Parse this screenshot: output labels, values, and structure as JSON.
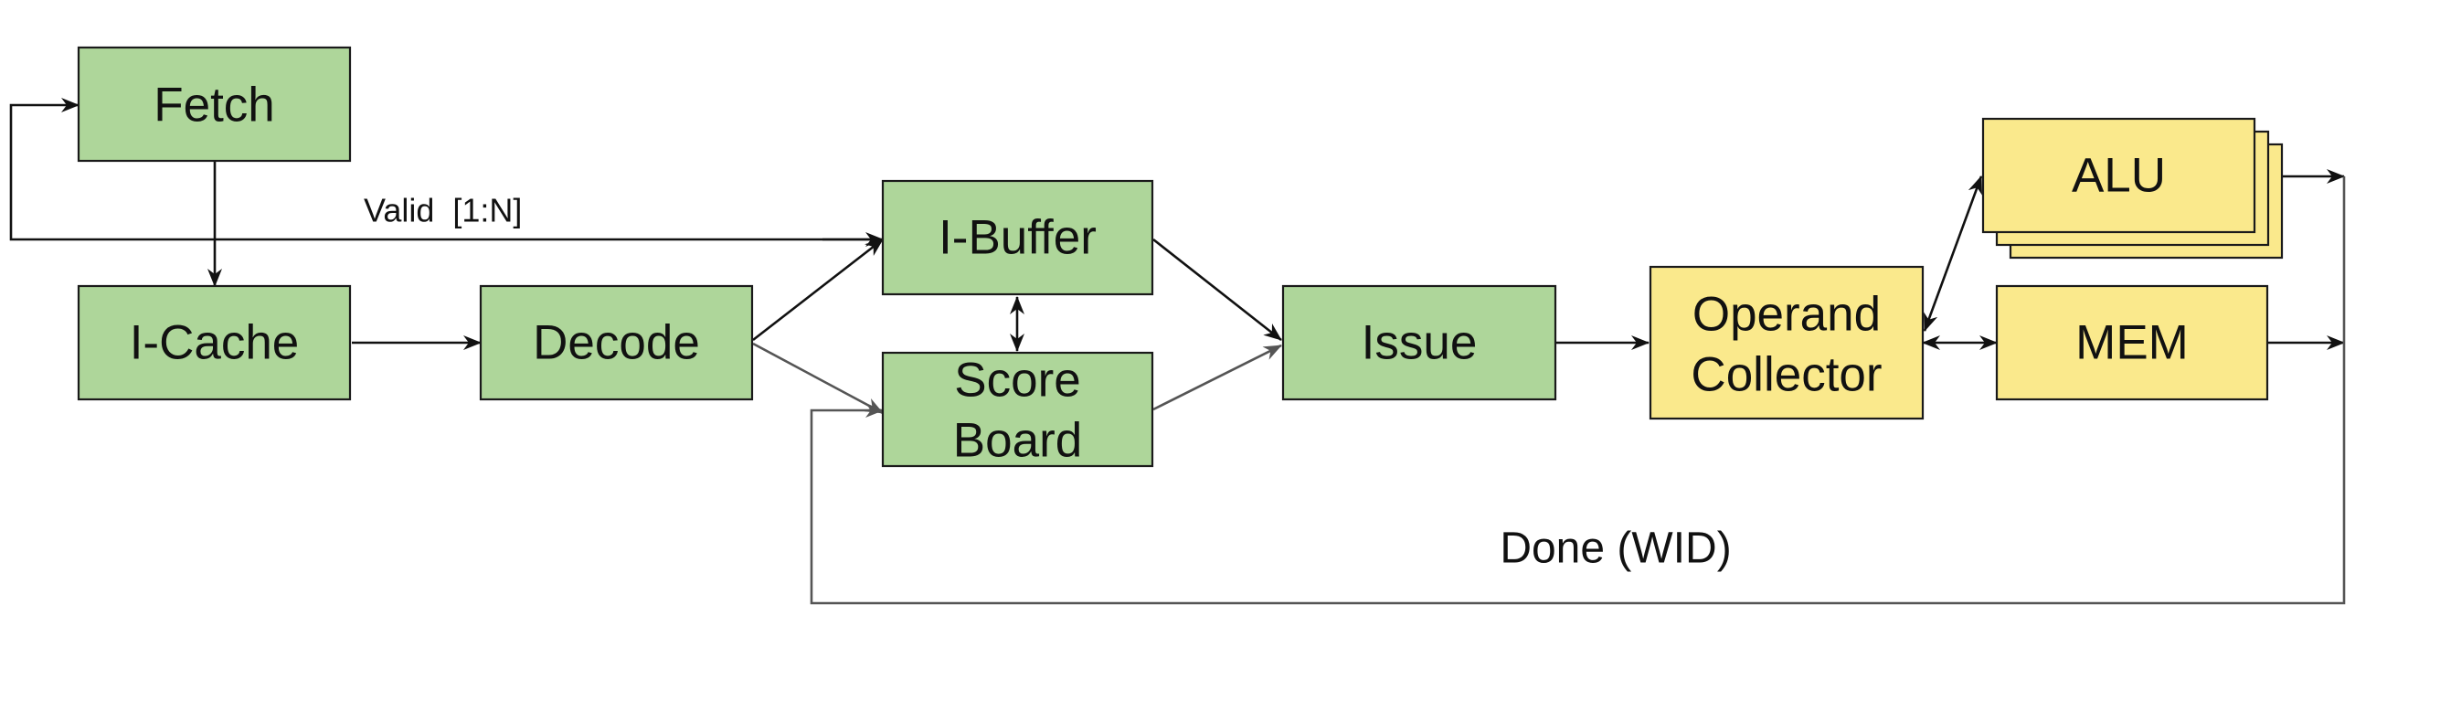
{
  "blocks": {
    "fetch": "Fetch",
    "icache": "I-Cache",
    "decode": "Decode",
    "ibuffer": "I-Buffer",
    "scoreboard_line1": "Score",
    "scoreboard_line2": "Board",
    "issue": "Issue",
    "operand_line1": "Operand",
    "operand_line2": "Collector",
    "alu": "ALU",
    "mem": "MEM"
  },
  "labels": {
    "valid": "Valid  [1:N]",
    "done": "Done (WID)"
  },
  "colors": {
    "front_end_fill": "#aed69a",
    "execution_fill": "#fae98c",
    "arrow_primary": "#111111",
    "arrow_feedback": "#555555"
  }
}
